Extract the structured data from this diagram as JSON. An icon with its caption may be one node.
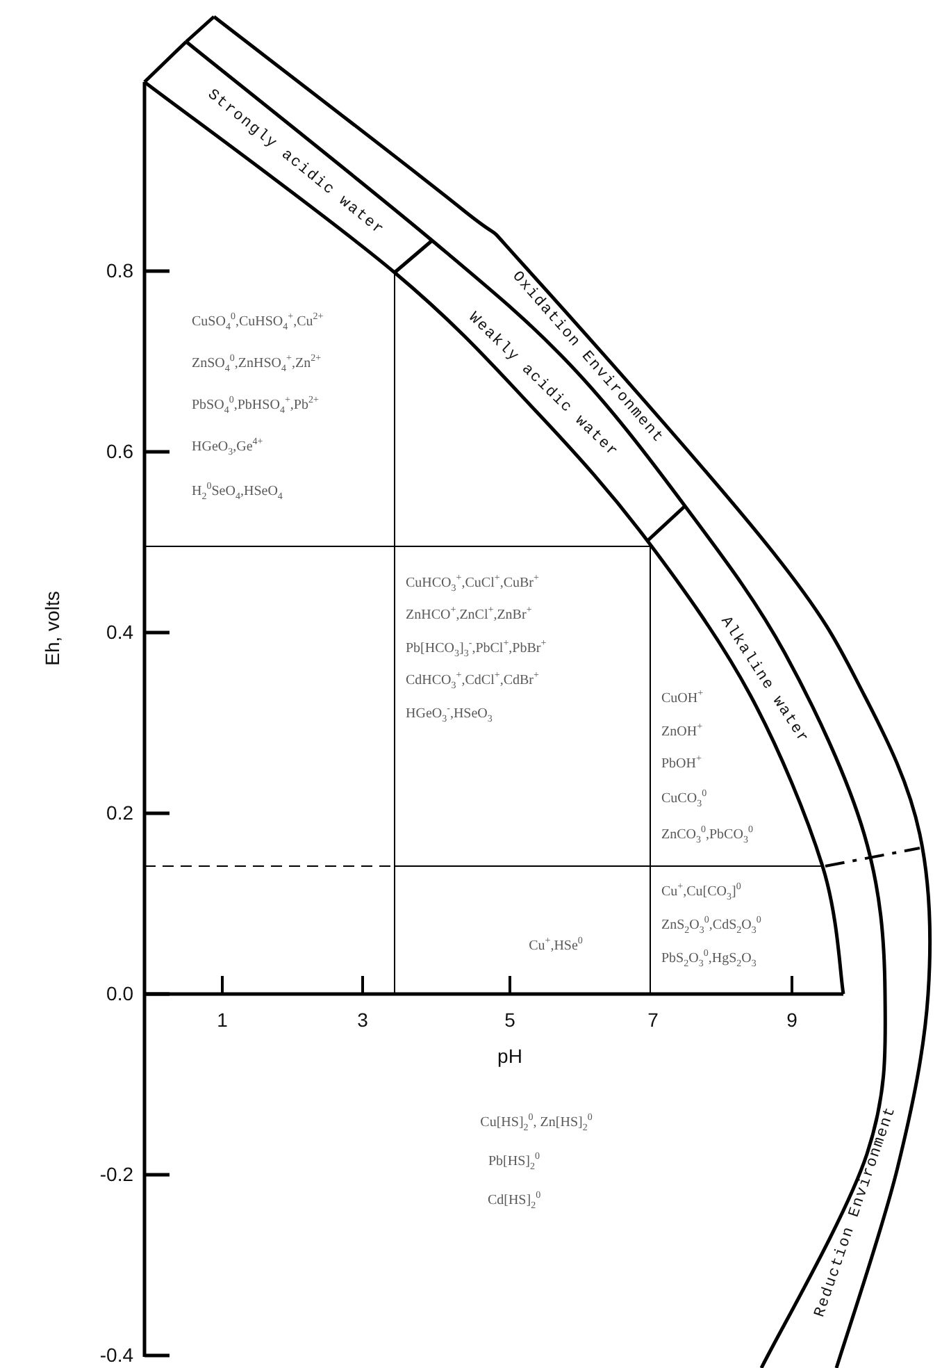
{
  "diagram": {
    "labels": [
      "Strongly acidic water",
      "Oxidation Environment",
      "Weakly acidic water",
      "Alkaline water",
      "Reduction Environment",
      "CuSO$_{4}$$^{0}$,CuHSO$_{4}$$^{+}$,Cu$^{2+}$",
      "ZnSO$_{4}$$^{0}$,ZnHSO$_{4}$$^{+}$,Zn$^{2+}$",
      "PbSO$_{4}$$^{0}$,PbHSO$_{4}$$^{+}$,Pb$^{2+}$",
      "HGeO$_{3}$,Ge$^{4+}$",
      "H$_{2}$$^{0}$SeO$_{4}$,HSeO$_{4}$",
      "CuHCO$_{3}$$^{+}$,CuCl$^{+}$,CuBr$^{+}$",
      "ZnHCO$^{+}$,ZnCl$^{+}$,ZnBr$^{+}$",
      "Pb[HCO$_{3}$]$_{3}$$^{-}$,PbCl$^{+}$,PbBr$^{+}$",
      "CdHCO$_{3}$$^{+}$,CdCl$^{+}$,CdBr$^{+}$",
      "HGeO$_{3}$$^{-}$,HSeO$_{3}$",
      "CuOH$^{+}$",
      "ZnOH$^{+}$",
      "PbOH$^{+}$",
      "CuCO$_{3}$$^{0}$",
      "ZnCO$_{3}$$^{0}$,PbCO$_{3}$$^{0}$",
      "Cu$^{+}$,Cu[CO$_{3}$]$^{0}$",
      "ZnS$_{2}$O$_{3}$$^{0}$,CdS$_{2}$O$_{3}$$^{0}$",
      "PbS$_{2}$O$_{3}$$^{0}$,HgS$_{2}$O$_{3}$",
      "Cu$^{+}$,HSe$^{0}$",
      "Cu[HS]$_{2}$$^{0}$, Zn[HS]$_{2}$$^{0}$",
      "Pb[HS]$_{2}$$^{0}$",
      "Cd[HS]$_{2}$$^{0}$",
      "Eh, volts",
      "0.8",
      "0.6",
      "0.4",
      "0.2",
      "0.0",
      "-0.2",
      "-0.4",
      "1",
      "3",
      "5",
      "7",
      "9",
      "pH"
    ]
  }
}
